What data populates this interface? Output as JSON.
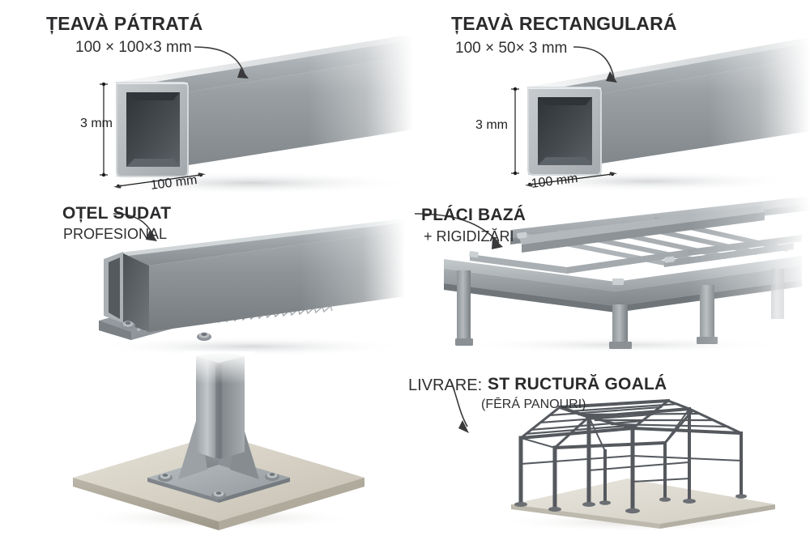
{
  "document": {
    "language": "ro",
    "background_color": "#ffffff",
    "kind": "product-specification-infographic",
    "subject": "hala metalica / structura din otel"
  },
  "palette": {
    "text_dark": "#2b2b2d",
    "text_body": "#2f2f31",
    "steel_light": "#d8dbdd",
    "steel_mid": "#9aa0a4",
    "steel_dark": "#6d7377",
    "steel_shadow": "#3f4346",
    "cavity_dark": "#3c4144",
    "concrete": "#cfcabd",
    "concrete_light": "#e2ddd2",
    "frame_dark": "#55595e",
    "arrow": "#3a3a3c"
  },
  "panels": [
    {
      "id": "square-tube",
      "title": "ȚEAVÀ PÁTRATÁ",
      "spec": "100 × 100×3 mm",
      "dim_height": "3 mm",
      "dim_width": "100 mm",
      "illustration": "square-hollow-section-tube"
    },
    {
      "id": "rectangular-tube",
      "title": "ȚEAVÀ RECTANGULARÁ",
      "spec": "100 × 50× 3 mm",
      "dim_height": "3 mm",
      "dim_width": "100 mm",
      "illustration": "rectangular-hollow-section-tube"
    },
    {
      "id": "welded-steel",
      "title": "OȚEL SUDAT",
      "subtitle": "PROFESIONAL",
      "illustration": "welded-tube-on-baseplate-with-weld-bead"
    },
    {
      "id": "base-plates",
      "title": "PLÁCI BAZÁ",
      "subtitle": "+ RIGIDIZĂRI",
      "illustration": "steel-frame-beams-and-columns"
    },
    {
      "id": "base-plate-detail",
      "illustration": "column-base-plate-with-stiffeners-on-concrete-pad"
    },
    {
      "id": "delivery",
      "label": "LIVRARE:",
      "title": "ST RUCTURĂ GOALÁ",
      "subtitle": "(FĒRÁ PANOURI)",
      "illustration": "bare-steel-portal-frame-building"
    }
  ]
}
